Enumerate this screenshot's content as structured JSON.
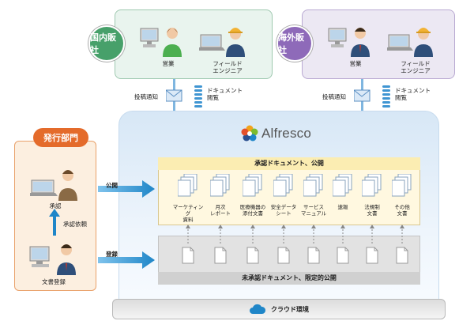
{
  "domestic": {
    "badge": "国内販社",
    "sales_label": "営業",
    "engineer_label": "フィールド\nエンジニア",
    "notify_label": "投稿通知",
    "doc_view_label": "ドキュメント\n閲覧"
  },
  "overseas": {
    "badge": "海外販社",
    "sales_label": "営業",
    "engineer_label": "フィールド\nエンジニア",
    "notify_label": "投稿通知",
    "doc_view_label": "ドキュメント\n閲覧"
  },
  "logo": {
    "text": "Alfresco"
  },
  "dept": {
    "badge": "発行部門",
    "approve_label": "承認",
    "approve_request_label": "承認依頼",
    "register_doc_label": "文書登録"
  },
  "arrows": {
    "publish_label": "公開",
    "register_label": "登録"
  },
  "approved": {
    "title": "承認ドキュメント、公開",
    "docs": [
      "マーケティング\n資料",
      "月次\nレポート",
      "医療機器の\n添付文書",
      "安全データ\nシート",
      "サービス\nマニュアル",
      "速報",
      "法規制\n文書",
      "その他\n文書"
    ]
  },
  "unapproved": {
    "title": "未承認ドキュメント、限定的公開"
  },
  "cloud": {
    "label": "クラウド環境"
  },
  "colors": {
    "green": "#47a06a",
    "purple": "#8e6ab9",
    "orange": "#e46b2b",
    "arrow_blue": "#1f86c8"
  }
}
